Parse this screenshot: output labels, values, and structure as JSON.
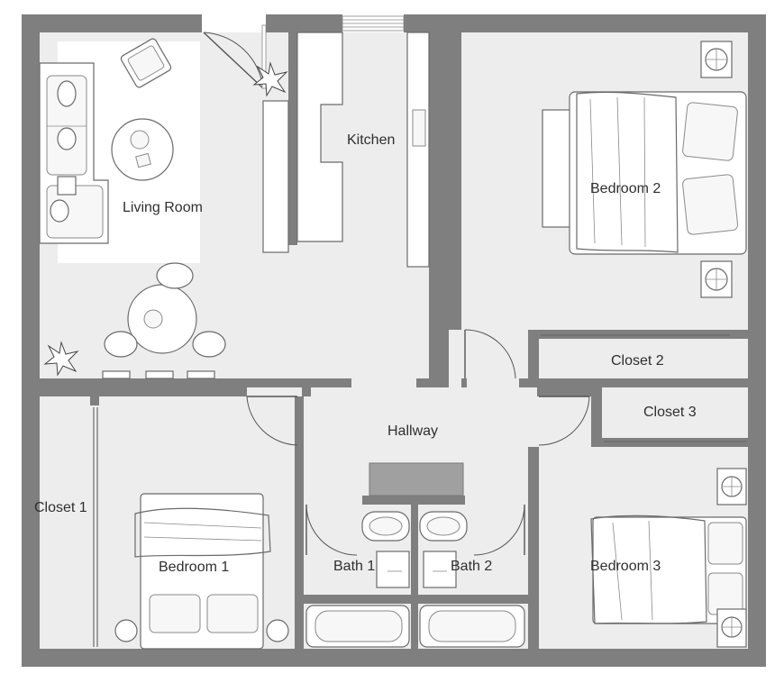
{
  "rooms": {
    "living_room": "Living Room",
    "kitchen": "Kitchen",
    "bedroom_1": "Bedroom 1",
    "bedroom_2": "Bedroom 2",
    "bedroom_3": "Bedroom 3",
    "closet_1": "Closet 1",
    "closet_2": "Closet 2",
    "closet_3": "Closet 3",
    "hallway": "Hallway",
    "bath_1": "Bath 1",
    "bath_2": "Bath 2"
  },
  "colors": {
    "wall": "#7f7f7f",
    "floor": "#ededed",
    "furniture": "#ffffff",
    "label": "#2f2f2f"
  }
}
